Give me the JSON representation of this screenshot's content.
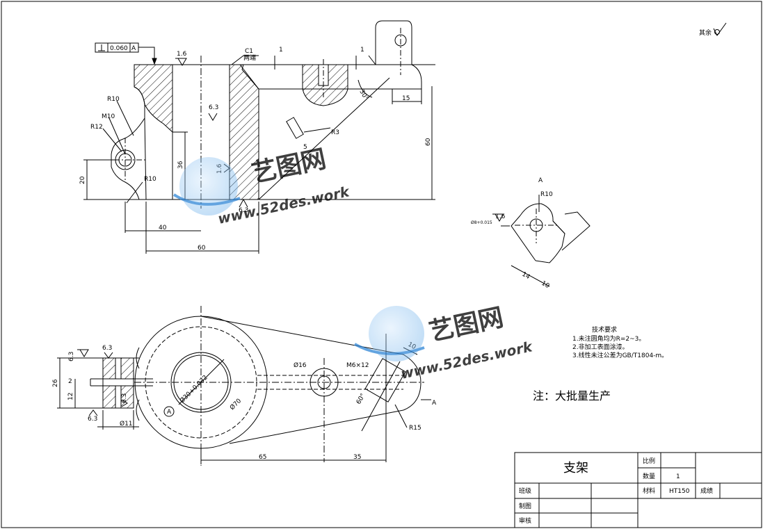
{
  "drawing": {
    "roughness": "其余",
    "tolerance_frame": {
      "value": "0.060",
      "datum": "A"
    },
    "front_view": {
      "finish_top": "1.6",
      "chamfer": "C1",
      "chamfer_note": "两端",
      "step1": "1",
      "step2": "1",
      "finish_bore": "6.3",
      "finish_side": "1.6",
      "finish_bottom": "6.3",
      "r10_top": "R10",
      "m10": "M10",
      "r12": "R12",
      "r10_low": "R10",
      "d20": "20",
      "d36": "36",
      "d40": "40",
      "d60_horiz": "60",
      "d60_vert": "60",
      "d15": "15",
      "angle30": "30°",
      "r3": "R3",
      "d5": "5"
    },
    "aux_view": {
      "label": "A",
      "r10": "R10",
      "finish": "1.6",
      "bore": "Ø8+0.015",
      "d14": "14",
      "d10": "10"
    },
    "top_view": {
      "finish_a": "6.3",
      "finish_b": "6.3",
      "finish_c": "6.3",
      "finish_d": "6.3",
      "d26": "26",
      "d2": "2",
      "d12": "12",
      "d11": "Ø11",
      "bore": "Ø30+0.032",
      "d70": "Ø70",
      "circle_a": "A",
      "d16": "Ø16",
      "m6": "M6×12",
      "d10": "10",
      "angle60": "60°",
      "r15": "R15",
      "view_a": "A",
      "d65": "65",
      "d35": "35"
    },
    "tech_req": {
      "title": "技术要求",
      "items": [
        "1.未注圆角均为R=2~3。",
        "2.非加工表面涂漆。",
        "3.线性未注公差为GB/T1804-m。"
      ]
    },
    "note": "注：大批量生产"
  },
  "title_block": {
    "part_name": "支架",
    "scale_label": "比例",
    "scale_value": "",
    "qty_label": "数量",
    "qty_value": "1",
    "material_label": "材料",
    "material_value": "HT150",
    "grade_label": "成绩",
    "class_label": "班级",
    "drawn_label": "制图",
    "check_label": "审核"
  },
  "watermark": {
    "brand": "艺图网",
    "url": "www.52des.work"
  }
}
